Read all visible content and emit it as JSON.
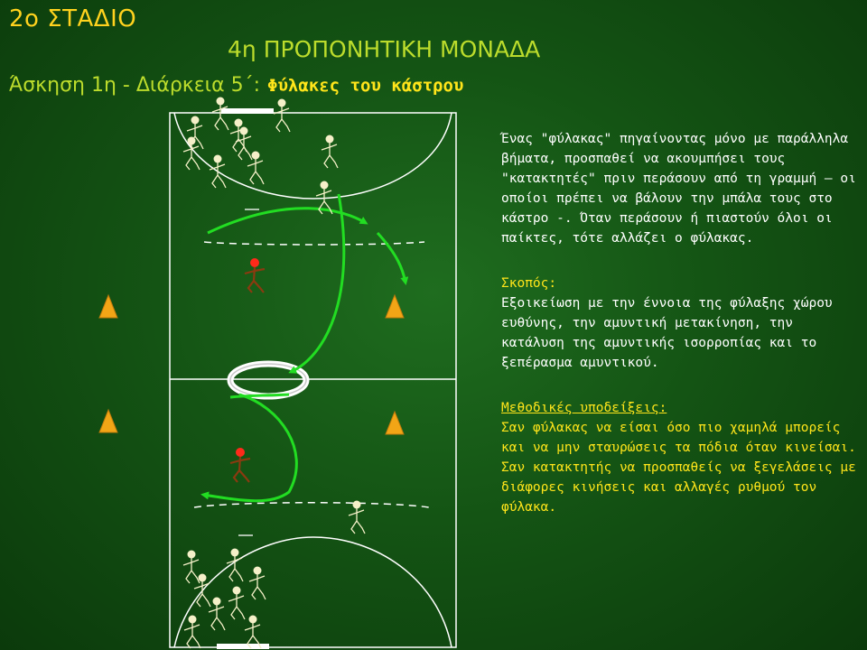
{
  "header": {
    "stage": "2ο ΣΤΑΔΙΟ",
    "unit": "4η ΠΡΟΠΟΝΗΤΙΚΗ ΜΟΝΑΔΑ",
    "exercise_prefix": "Άσκηση 1η -  Διάρκεια 5΄:",
    "exercise_title": "Φύλακες του κάστρου"
  },
  "description": "Ένας \"φύλακας\" πηγαίνοντας μόνο με παράλληλα βήματα, προσπαθεί να ακουμπήσει τους \"κατακτητές\" πριν περάσουν από τη γραμμή – οι οποίοι πρέπει να βάλουν την μπάλα τους στο κάστρο -. Όταν περάσουν ή πιαστούν όλοι οι παίκτες, τότε αλλάζει ο φύλακας.",
  "goal": {
    "heading": "Σκοπός:",
    "text": "Εξοικείωση με την έννοια της φύλαξης χώρου ευθύνης, την αμυντική μετακίνηση, την κατάλυση της αμυντικής ισορροπίας και το ξεπέρασμα αμυντικού."
  },
  "methods": {
    "heading": "Μεθοδικές υποδείξεις:",
    "text": "Σαν φύλακας να είσαι όσο πιο χαμηλά μπορείς και να μην σταυρώσεις τα πόδια όταν κινείσαι. Σαν κατακτητής να προσπαθείς να ξεγελάσεις με διάφορες κινήσεις και αλλαγές ρυθμού τον φύλακα."
  },
  "colors": {
    "background": "#145414",
    "stage": "#ffd21e",
    "heading": "#bcdc2c",
    "highlight": "#ffe51a",
    "arrow": "#22dd22",
    "cone": "#f2a516",
    "defender_head": "#ff2a1a",
    "attacker_head": "#f5f0c8"
  }
}
